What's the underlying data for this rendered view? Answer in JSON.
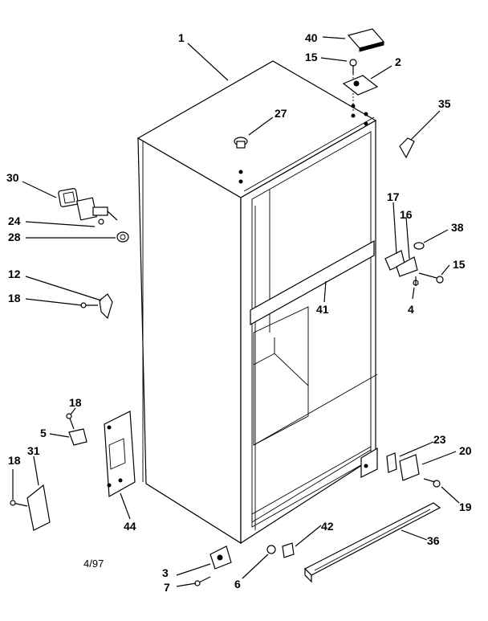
{
  "diagram": {
    "labels": [
      {
        "id": "1",
        "text": "1"
      },
      {
        "id": "40",
        "text": "40"
      },
      {
        "id": "15a",
        "text": "15"
      },
      {
        "id": "2",
        "text": "2"
      },
      {
        "id": "35",
        "text": "35"
      },
      {
        "id": "27",
        "text": "27"
      },
      {
        "id": "30",
        "text": "30"
      },
      {
        "id": "24",
        "text": "24"
      },
      {
        "id": "28",
        "text": "28"
      },
      {
        "id": "17",
        "text": "17"
      },
      {
        "id": "16",
        "text": "16"
      },
      {
        "id": "38",
        "text": "38"
      },
      {
        "id": "15b",
        "text": "15"
      },
      {
        "id": "4",
        "text": "4"
      },
      {
        "id": "12",
        "text": "12"
      },
      {
        "id": "18a",
        "text": "18"
      },
      {
        "id": "41",
        "text": "41"
      },
      {
        "id": "18b",
        "text": "18"
      },
      {
        "id": "5",
        "text": "5"
      },
      {
        "id": "31",
        "text": "31"
      },
      {
        "id": "18c",
        "text": "18"
      },
      {
        "id": "44",
        "text": "44"
      },
      {
        "id": "23",
        "text": "23"
      },
      {
        "id": "20",
        "text": "20"
      },
      {
        "id": "19",
        "text": "19"
      },
      {
        "id": "42",
        "text": "42"
      },
      {
        "id": "36",
        "text": "36"
      },
      {
        "id": "3",
        "text": "3"
      },
      {
        "id": "7",
        "text": "7"
      },
      {
        "id": "6",
        "text": "6"
      }
    ],
    "date_code": "4/97"
  }
}
